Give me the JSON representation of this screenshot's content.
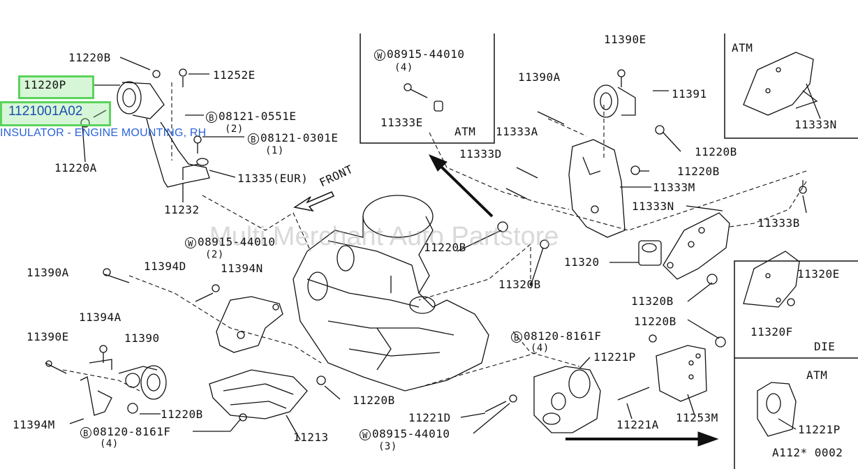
{
  "highlight": {
    "selected_part": "11220P",
    "part_number": "1121001A02",
    "description": "INSULATOR - ENGINE MOUNTING, RH"
  },
  "watermark": "Multi Merchant Auto Partstore",
  "front_label": "FRONT",
  "footer_code": "A112* 0002",
  "insets": {
    "top_mid": "ATM",
    "top_right": "ATM",
    "mid_right": "DIE",
    "bottom_right": "ATM"
  },
  "labels": {
    "l11220B_top": "11220B",
    "l11252E": "11252E",
    "l08121_0551E": "08121-0551E",
    "l0551_qty": "(2)",
    "l08121_0301E": "08121-0301E",
    "l0301_qty": "(1)",
    "l11220A": "11220A",
    "l11335": "11335(EUR)",
    "l11232": "11232",
    "l08915_a": "08915-44010",
    "l08915_a_qty": "(4)",
    "l11333E": "11333E",
    "l11390E_top": "11390E",
    "l11390A_top": "11390A",
    "l11391": "11391",
    "l11333A": "11333A",
    "l11220B_r1": "11220B",
    "l11333D": "11333D",
    "l11220B_r2": "11220B",
    "l11333M": "11333M",
    "l11333N_ins": "11333N",
    "l11333N": "11333N",
    "l11333B": "11333B",
    "l08915_b": "08915-44010",
    "l08915_b_qty": "(2)",
    "l11220B_mid": "11220B",
    "l11320B_a": "11320B",
    "l11320": "11320",
    "l11320E": "11320E",
    "l11320F": "11320F",
    "l11320B_b": "11320B",
    "l11390A_left": "11390A",
    "l11394D": "11394D",
    "l11394N": "11394N",
    "l11394A": "11394A",
    "l11390E_left": "11390E",
    "l11390": "11390",
    "l11394M": "11394M",
    "l11220B_bl": "11220B",
    "l08120_a": "08120-8161F",
    "l08120_a_qty": "(4)",
    "l11213": "11213",
    "l11220B_bm": "11220B",
    "l08120_b": "08120-8161F",
    "l08120_b_qty": "(4)",
    "l11220B_br": "11220B",
    "l11221P_a": "11221P",
    "l11221D": "11221D",
    "l08915_c": "08915-44010",
    "l08915_c_qty": "(3)",
    "l11221A": "11221A",
    "l11253M": "11253M",
    "l11221P_b": "11221P"
  },
  "symbols": {
    "W": "W",
    "B": "B"
  }
}
